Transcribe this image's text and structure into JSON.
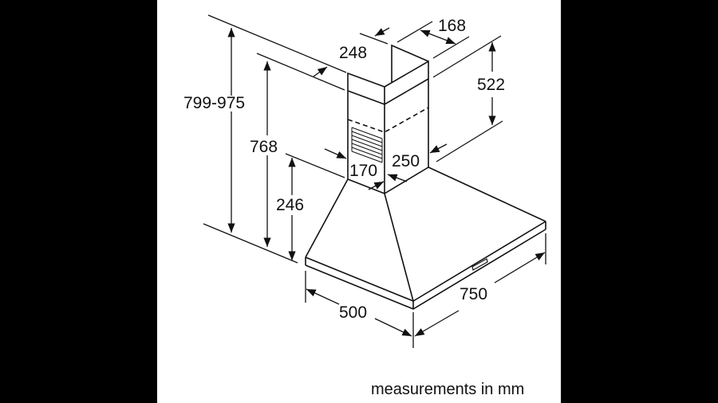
{
  "dimensions": {
    "total_height": "799-975",
    "height_768": "768",
    "hood_height": "246",
    "chimney_width": "248",
    "chimney_depth": "168",
    "chimney_upper": "522",
    "duct_depth": "170",
    "duct_width": "250",
    "hood_depth": "500",
    "hood_width": "750"
  },
  "caption": "measurements in mm"
}
